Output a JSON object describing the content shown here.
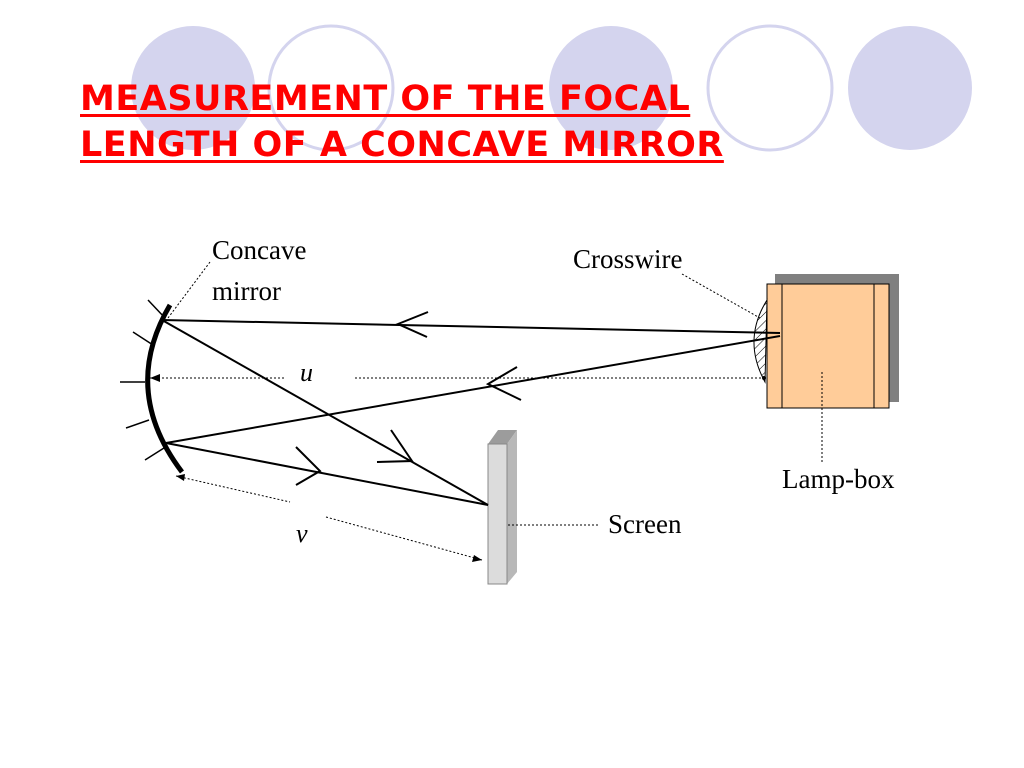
{
  "title": {
    "line1": "MEASUREMENT OF THE FOCAL",
    "line2": "LENGTH OF A CONCAVE MIRROR"
  },
  "labels": {
    "concave_line1": "Concave",
    "concave_line2": "mirror",
    "crosswire": "Crosswire",
    "lamp_box": "Lamp-box",
    "screen": "Screen",
    "u": "u",
    "v": "v"
  },
  "colors": {
    "title": "#ff0000",
    "decor_circle": "#d4d4ee",
    "lamp_face": "#ffcc99",
    "lamp_shadow": "#808080",
    "screen": "#dcdcdc"
  }
}
